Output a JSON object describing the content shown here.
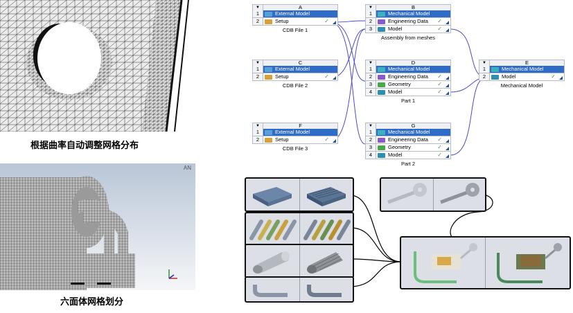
{
  "captions": {
    "adaptive_mesh": "根据曲率自动调整网格分布",
    "hex_mesh": "六面体网格划分"
  },
  "hex_viewport": {
    "logo": "AN"
  },
  "colors": {
    "title_row": "#2f6cc7",
    "link_line": "#4a4ad0",
    "check": "#3a9a3a",
    "mesh_line": "#222222",
    "mesh_bg": "#ededed"
  },
  "systems": {
    "A": {
      "letter": "A",
      "name": "CDB File 1",
      "rows": [
        {
          "num": "1",
          "label": "External Model",
          "icon": "external-model-icon",
          "title": true
        },
        {
          "num": "2",
          "label": "Setup",
          "icon": "setup-icon",
          "check": true
        }
      ]
    },
    "B": {
      "letter": "B",
      "name": "Assembly from meshes",
      "rows": [
        {
          "num": "1",
          "label": "Mechanical Model",
          "icon": "mechanical-model-icon",
          "title": true
        },
        {
          "num": "2",
          "label": "Engineering Data",
          "icon": "engineering-data-icon",
          "check": true
        },
        {
          "num": "3",
          "label": "Model",
          "icon": "model-icon",
          "check": true
        }
      ]
    },
    "C": {
      "letter": "C",
      "name": "CDB File 2",
      "rows": [
        {
          "num": "1",
          "label": "External Model",
          "icon": "external-model-icon",
          "title": true
        },
        {
          "num": "2",
          "label": "Setup",
          "icon": "setup-icon",
          "check": true
        }
      ]
    },
    "D": {
      "letter": "D",
      "name": "Part 1",
      "rows": [
        {
          "num": "1",
          "label": "Mechanical Model",
          "icon": "mechanical-model-icon",
          "title": true
        },
        {
          "num": "2",
          "label": "Engineering Data",
          "icon": "engineering-data-icon",
          "check": true
        },
        {
          "num": "3",
          "label": "Geometry",
          "icon": "geometry-icon",
          "check": true
        },
        {
          "num": "4",
          "label": "Model",
          "icon": "model-icon",
          "check": true
        }
      ]
    },
    "E": {
      "letter": "E",
      "name": "Mechanical Model",
      "rows": [
        {
          "num": "1",
          "label": "Mechanical Model",
          "icon": "mechanical-model-icon",
          "title": true
        },
        {
          "num": "2",
          "label": "Model",
          "icon": "model-icon",
          "check": true
        }
      ]
    },
    "F": {
      "letter": "F",
      "name": "CDB File 3",
      "rows": [
        {
          "num": "1",
          "label": "External Model",
          "icon": "external-model-icon",
          "title": true
        },
        {
          "num": "2",
          "label": "Setup",
          "icon": "setup-icon",
          "check": true
        }
      ]
    },
    "G": {
      "letter": "G",
      "name": "Part 2",
      "rows": [
        {
          "num": "1",
          "label": "Mechanical Model",
          "icon": "mechanical-model-icon",
          "title": true
        },
        {
          "num": "2",
          "label": "Engineering Data",
          "icon": "engineering-data-icon",
          "check": true
        },
        {
          "num": "3",
          "label": "Geometry",
          "icon": "geometry-icon",
          "check": true
        },
        {
          "num": "4",
          "label": "Model",
          "icon": "model-icon",
          "check": true
        }
      ]
    }
  }
}
